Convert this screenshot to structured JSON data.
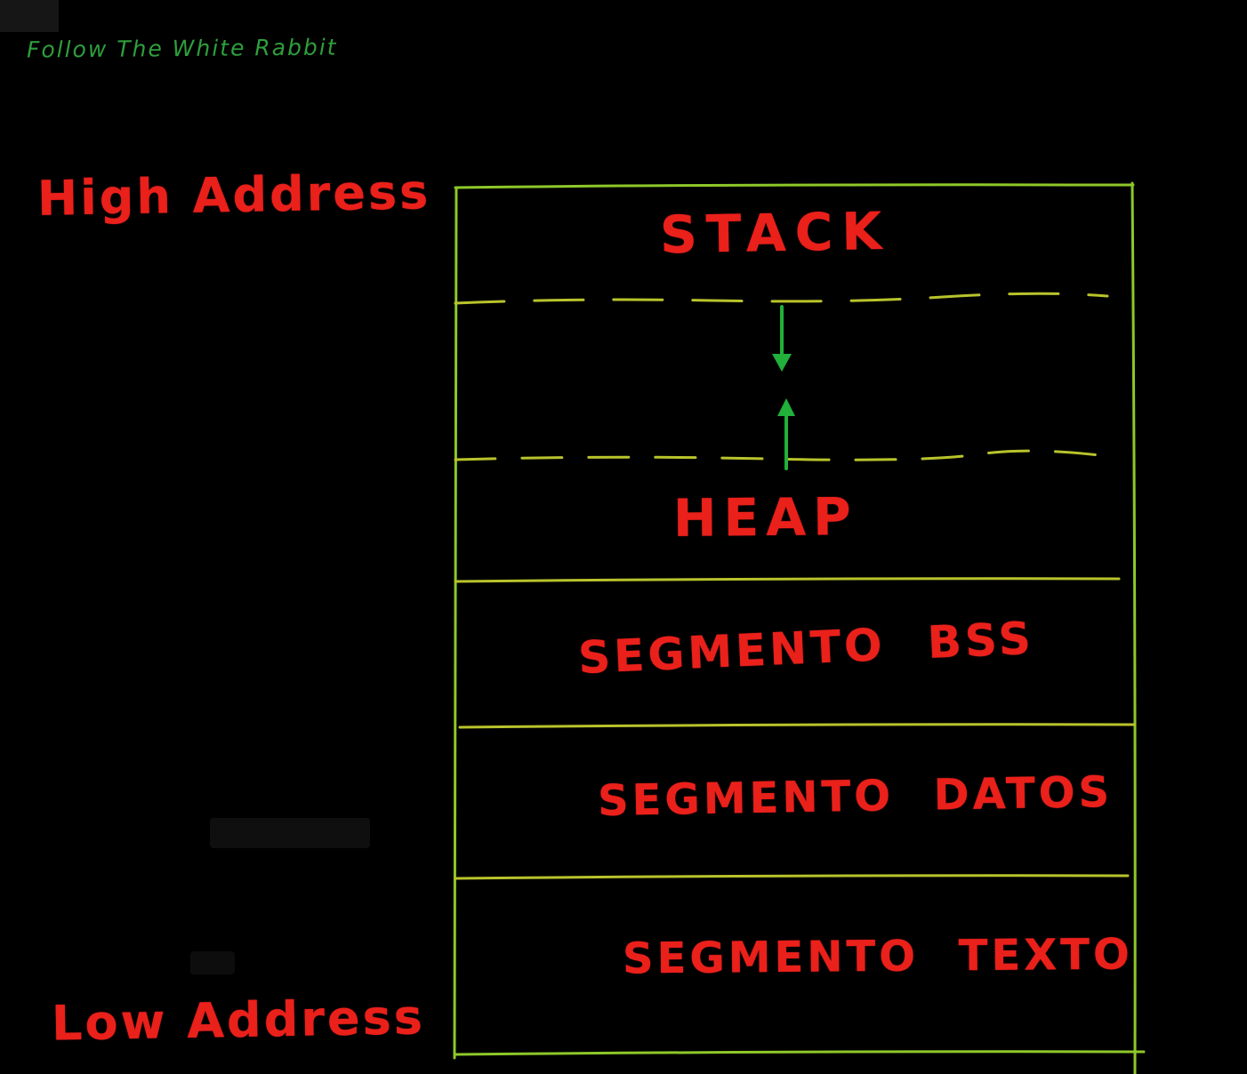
{
  "signature": "Follow The White Rabbit",
  "labels": {
    "high_address": "High Address",
    "low_address": "Low Address"
  },
  "diagram": {
    "segments": [
      {
        "id": "stack",
        "label": "STACK"
      },
      {
        "id": "heap",
        "label": "HEAP"
      },
      {
        "id": "bss",
        "label": "SEGMENTO BSS"
      },
      {
        "id": "datos",
        "label": "SEGMENTO DATOS"
      },
      {
        "id": "texto",
        "label": "SEGMENTO TEXTO"
      }
    ],
    "growth": {
      "stack_direction": "down",
      "heap_direction": "up"
    }
  },
  "colors": {
    "background": "#000000",
    "box_green": "#8ec829",
    "dashed_yellow_green": "#b9c32b",
    "arrow_green": "#21b03a",
    "label_red": "#ea201b",
    "signature_green": "#2f9e3c"
  }
}
